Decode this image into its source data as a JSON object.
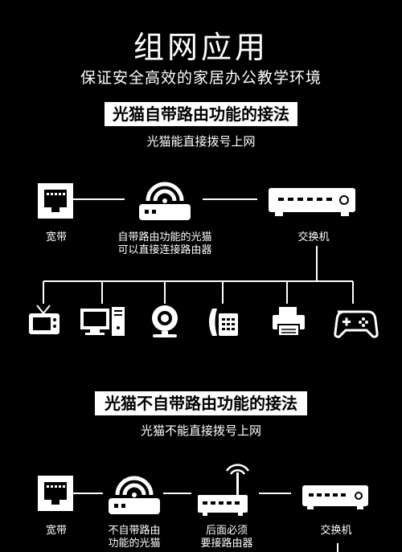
{
  "header": {
    "title": "组网应用",
    "subtitle": "保证安全高效的家居办公教学环境"
  },
  "section1": {
    "heading": "光猫自带路由功能的接法",
    "note": "光猫能直接拨号上网",
    "labels": {
      "broadband": "宽带",
      "modem_line1": "自带路由功能的光猫",
      "modem_line2": "可以直接连接路由器",
      "switch": "交换机"
    },
    "devices": [
      "tv-icon",
      "desktop-computer-icon",
      "webcam-icon",
      "telephone-icon",
      "printer-icon",
      "gamepad-icon"
    ]
  },
  "section2": {
    "heading": "光猫不自带路由功能的接法",
    "note": "光猫不能直接拨号上网",
    "labels": {
      "broadband": "宽带",
      "modem_line1": "不自带路由",
      "modem_line2": "功能的光猫",
      "router_line1": "后面必须",
      "router_line2": "要接路由器",
      "switch": "交换机"
    }
  }
}
